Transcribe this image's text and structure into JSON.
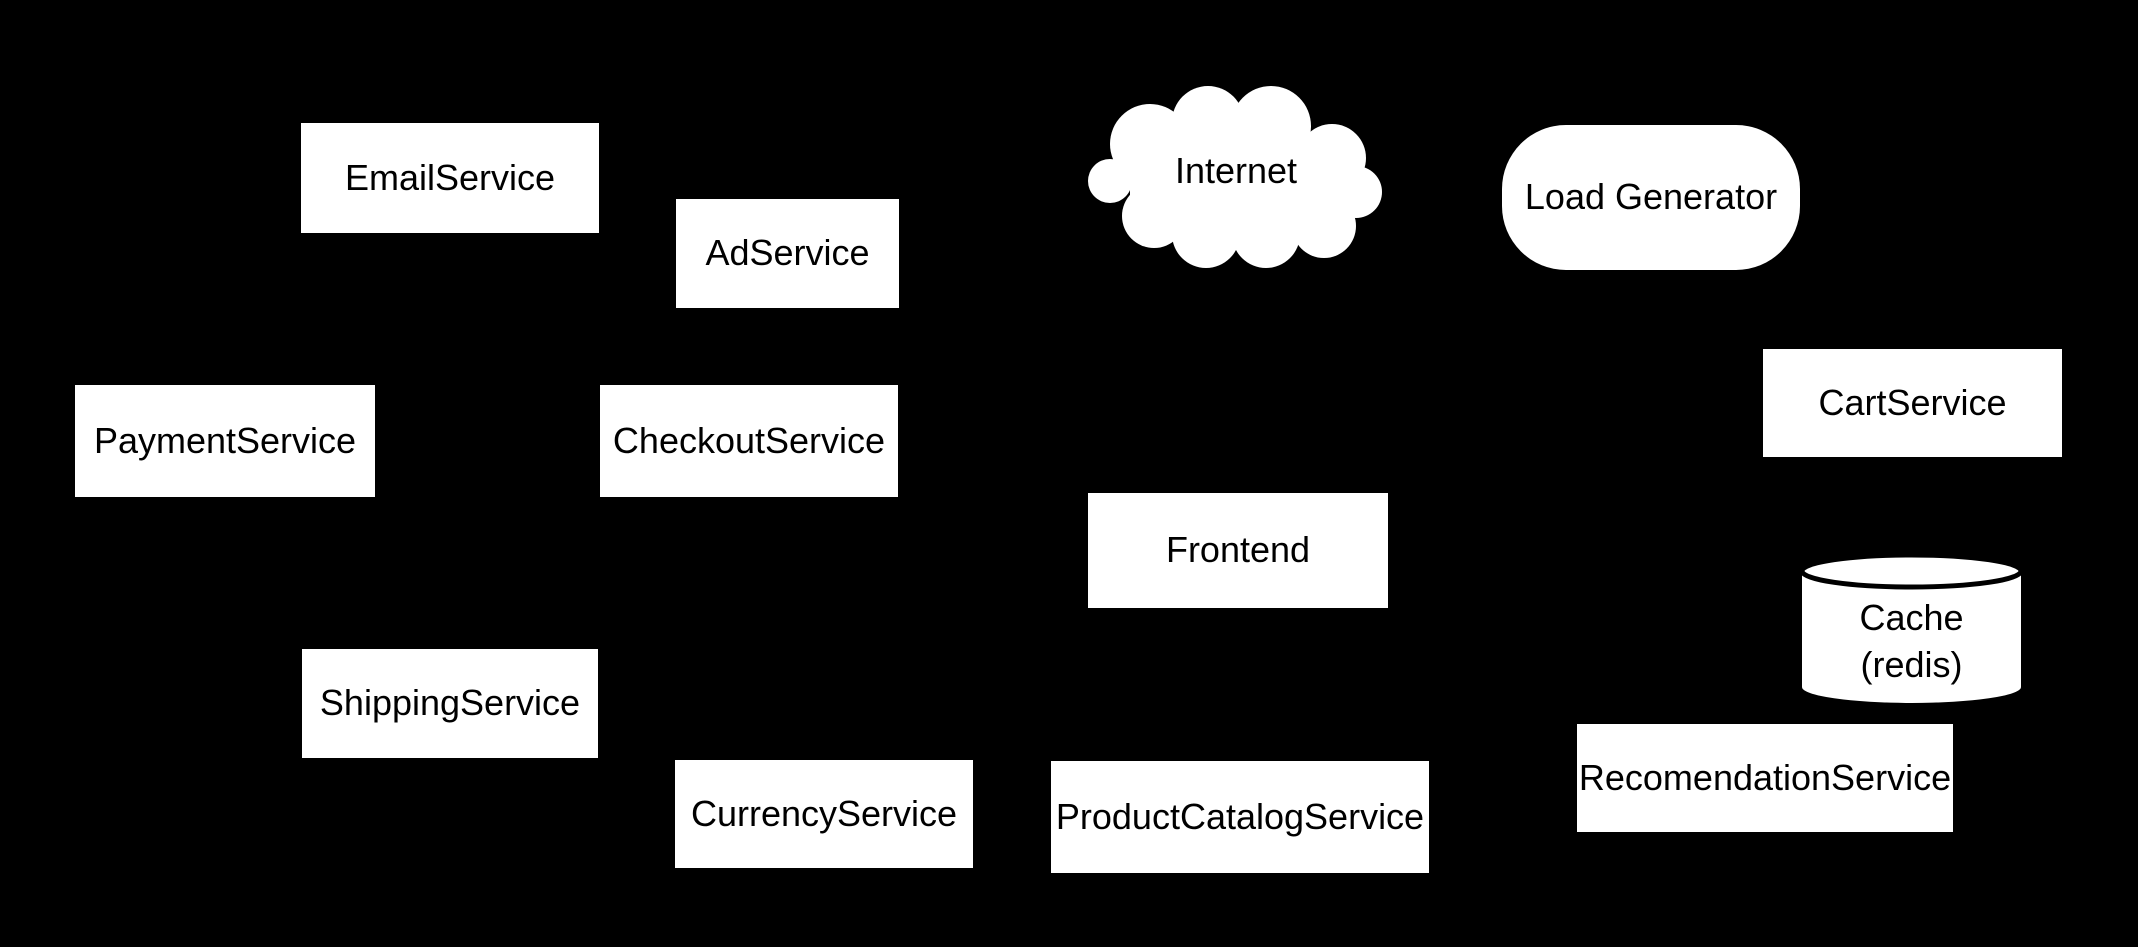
{
  "diagram": {
    "background_color": "#000000",
    "node_fill_color": "#ffffff",
    "node_text_color": "#000000",
    "nodes": {
      "email": {
        "label": "EmailService",
        "shape": "rect"
      },
      "ad": {
        "label": "AdService",
        "shape": "rect"
      },
      "internet": {
        "label": "Internet",
        "shape": "cloud"
      },
      "loadgen": {
        "label": "Load Generator",
        "shape": "stadium"
      },
      "payment": {
        "label": "PaymentService",
        "shape": "rect"
      },
      "checkout": {
        "label": "CheckoutService",
        "shape": "rect"
      },
      "cart": {
        "label": "CartService",
        "shape": "rect"
      },
      "frontend": {
        "label": "Frontend",
        "shape": "rect"
      },
      "cache": {
        "label_line1": "Cache",
        "label_line2": "(redis)",
        "shape": "cylinder"
      },
      "shipping": {
        "label": "ShippingService",
        "shape": "rect"
      },
      "currency": {
        "label": "CurrencyService",
        "shape": "rect"
      },
      "prodcat": {
        "label": "ProductCatalogService",
        "shape": "rect"
      },
      "recommend": {
        "label": "RecomendationService",
        "shape": "rect"
      }
    }
  }
}
